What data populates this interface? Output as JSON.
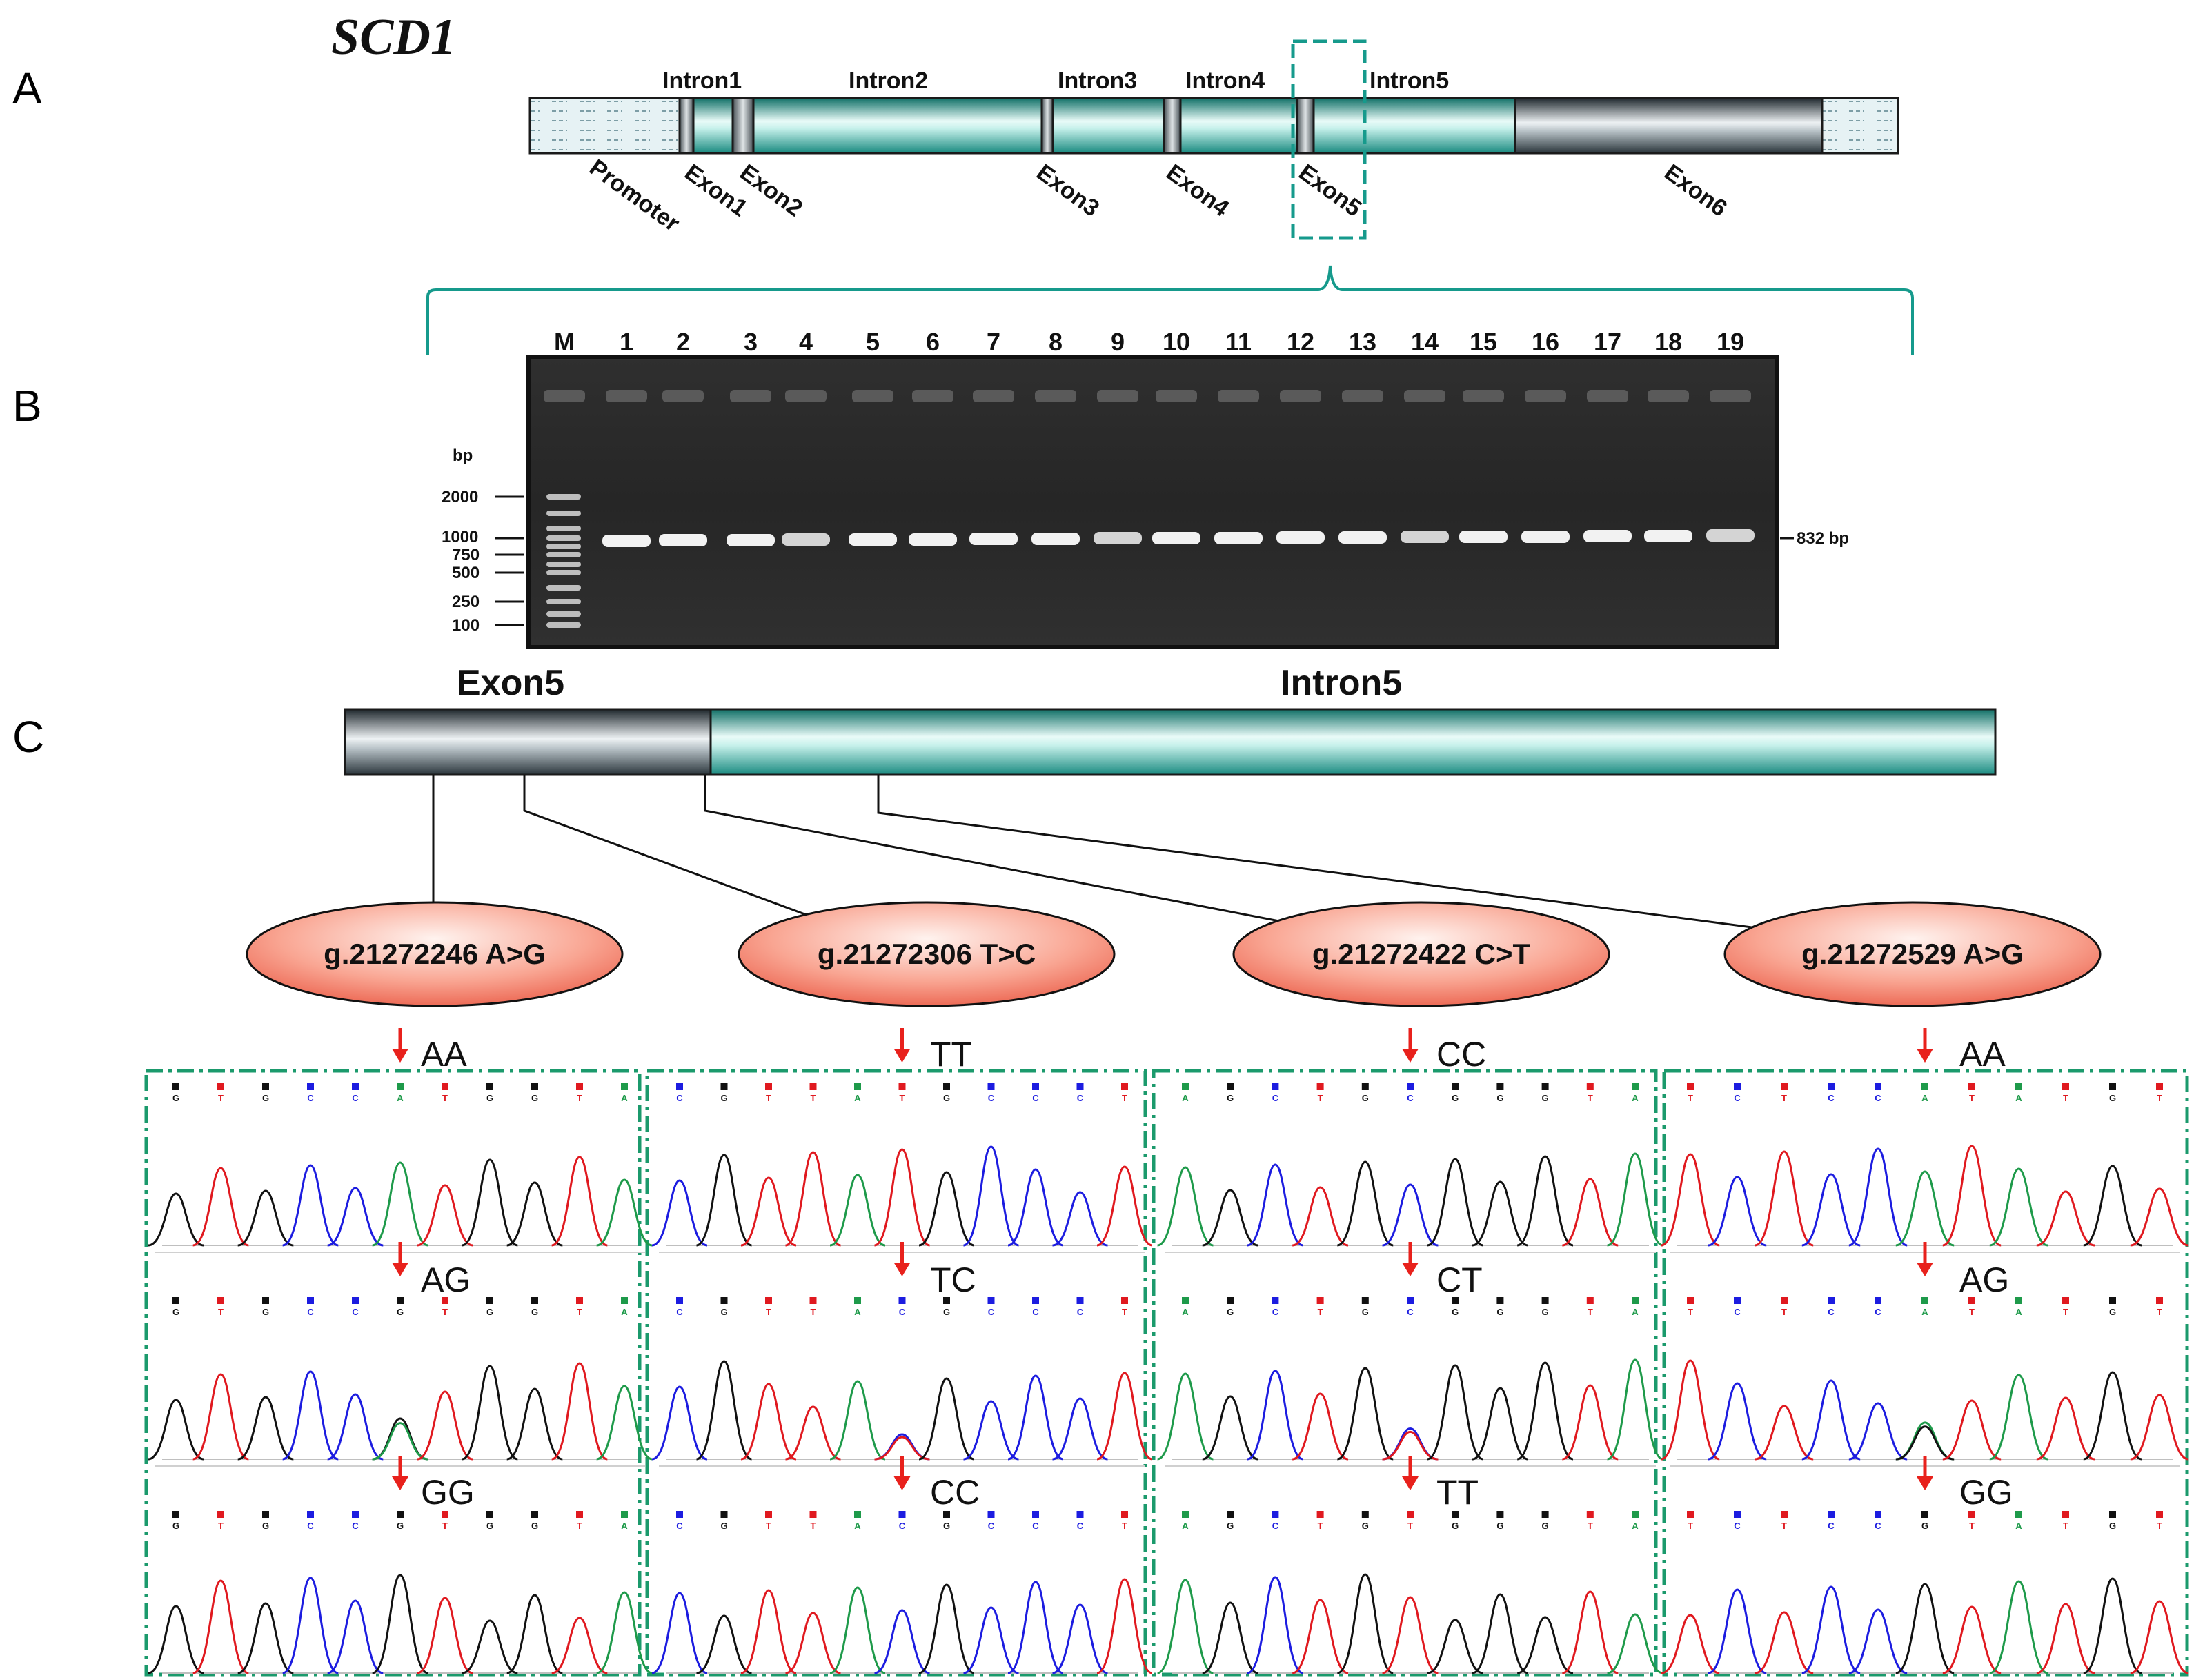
{
  "title": "SCD1",
  "panels": {
    "a": "A",
    "b": "B",
    "c": "C"
  },
  "gene": {
    "introns": [
      "Intron1",
      "Intron2",
      "Intron3",
      "Intron4",
      "Intron5"
    ],
    "exons": [
      "Promoter",
      "Exon1",
      "Exon2",
      "Exon3",
      "Exon4",
      "Exon5",
      "Exon6"
    ]
  },
  "gel": {
    "lanes": [
      "M",
      "1",
      "2",
      "3",
      "4",
      "5",
      "6",
      "7",
      "8",
      "9",
      "10",
      "11",
      "12",
      "13",
      "14",
      "15",
      "16",
      "17",
      "18",
      "19"
    ],
    "unit": "bp",
    "ladder": [
      "2000",
      "1000",
      "750",
      "500",
      "250",
      "100"
    ],
    "product": "832 bp"
  },
  "region": {
    "exon": "Exon5",
    "intron": "Intron5"
  },
  "snps": [
    {
      "label": "g.21272246 A>G",
      "genotypes": [
        "AA",
        "AG",
        "GG"
      ],
      "bases": [
        [
          "G",
          "T",
          "G",
          "C",
          "C",
          "A",
          "T",
          "G",
          "G",
          "T",
          "A"
        ],
        [
          "G",
          "T",
          "G",
          "C",
          "C",
          "G",
          "T",
          "G",
          "G",
          "T",
          "A"
        ],
        [
          "G",
          "T",
          "G",
          "C",
          "C",
          "G",
          "T",
          "G",
          "G",
          "T",
          "A"
        ]
      ]
    },
    {
      "label": "g.21272306 T>C",
      "genotypes": [
        "TT",
        "TC",
        "CC"
      ],
      "bases": [
        [
          "C",
          "G",
          "T",
          "T",
          "A",
          "T",
          "G",
          "C",
          "C",
          "C",
          "T"
        ],
        [
          "C",
          "G",
          "T",
          "T",
          "A",
          "C",
          "G",
          "C",
          "C",
          "C",
          "T"
        ],
        [
          "C",
          "G",
          "T",
          "T",
          "A",
          "C",
          "G",
          "C",
          "C",
          "C",
          "T"
        ]
      ]
    },
    {
      "label": "g.21272422 C>T",
      "genotypes": [
        "CC",
        "CT",
        "TT"
      ],
      "bases": [
        [
          "A",
          "G",
          "C",
          "T",
          "G",
          "C",
          "G",
          "G",
          "G",
          "T",
          "A"
        ],
        [
          "A",
          "G",
          "C",
          "T",
          "G",
          "C",
          "G",
          "G",
          "G",
          "T",
          "A"
        ],
        [
          "A",
          "G",
          "C",
          "T",
          "G",
          "T",
          "G",
          "G",
          "G",
          "T",
          "A"
        ]
      ]
    },
    {
      "label": "g.21272529 A>G",
      "genotypes": [
        "AA",
        "AG",
        "GG"
      ],
      "bases": [
        [
          "T",
          "C",
          "T",
          "C",
          "C",
          "A",
          "T",
          "A",
          "T",
          "G",
          "T"
        ],
        [
          "T",
          "C",
          "T",
          "C",
          "C",
          "A",
          "T",
          "A",
          "T",
          "G",
          "T"
        ],
        [
          "T",
          "C",
          "T",
          "C",
          "C",
          "G",
          "T",
          "A",
          "T",
          "G",
          "T"
        ]
      ]
    }
  ],
  "colors": {
    "exon_teal": "#2aa79b",
    "exon_dark": "#3c4a52",
    "teal_frame": "#169a8c",
    "dashed_box": "#1b9a6c",
    "snp_fill": "#f06a55",
    "arrow": "#e8211c",
    "gel_bg": "#2a2a2a",
    "base_A": "#1e9a4a",
    "base_C": "#1c1ce0",
    "base_G": "#111111",
    "base_T": "#e0191f"
  }
}
